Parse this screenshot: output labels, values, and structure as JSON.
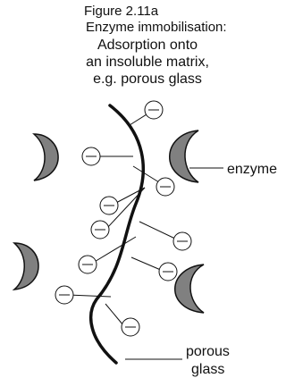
{
  "figure": {
    "number": "Figure 2.11a",
    "title": "Enzyme immobilisation:",
    "caption_lines": [
      "Adsorption onto",
      "an insoluble matrix,",
      "e.g. porous glass"
    ]
  },
  "labels": {
    "enzyme": "enzyme",
    "porous_line1": "porous",
    "porous_line2": "glass"
  },
  "colors": {
    "enzyme_fill": "#808080",
    "stroke": "#111111",
    "bead_fill": "#ffffff"
  },
  "icons": {
    "enzyme": "crescent-enzyme-icon",
    "charge": "negative-charge-bead-icon"
  }
}
